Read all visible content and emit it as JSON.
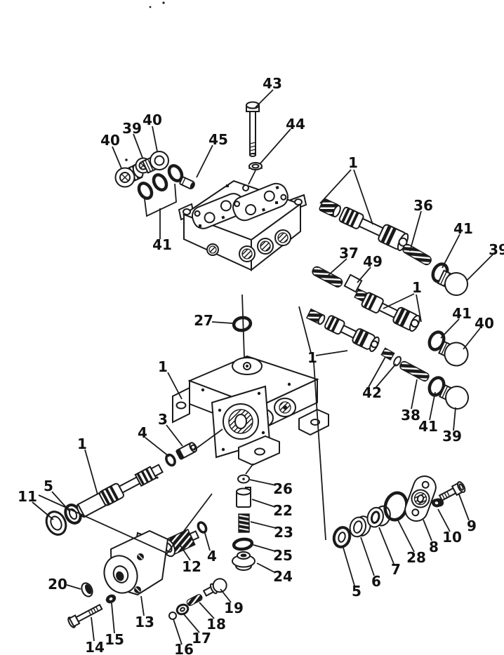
{
  "diagram": {
    "kind": "exploded-parts-diagram",
    "background_color": "#ffffff",
    "ink_color": "#1a1a1a",
    "callouts": [
      {
        "text": "43"
      },
      {
        "text": "44"
      },
      {
        "text": "40"
      },
      {
        "text": "39"
      },
      {
        "text": "40"
      },
      {
        "text": "45"
      },
      {
        "text": "1"
      },
      {
        "text": "36"
      },
      {
        "text": "41"
      },
      {
        "text": "39"
      },
      {
        "text": "41"
      },
      {
        "text": "37"
      },
      {
        "text": "49"
      },
      {
        "text": "1"
      },
      {
        "text": "41"
      },
      {
        "text": "40"
      },
      {
        "text": "27"
      },
      {
        "text": "1"
      },
      {
        "text": "1"
      },
      {
        "text": "42"
      },
      {
        "text": "38"
      },
      {
        "text": "41"
      },
      {
        "text": "39"
      },
      {
        "text": "3"
      },
      {
        "text": "4"
      },
      {
        "text": "1"
      },
      {
        "text": "5"
      },
      {
        "text": "11"
      },
      {
        "text": "26"
      },
      {
        "text": "22"
      },
      {
        "text": "23"
      },
      {
        "text": "25"
      },
      {
        "text": "24"
      },
      {
        "text": "9"
      },
      {
        "text": "10"
      },
      {
        "text": "8"
      },
      {
        "text": "28"
      },
      {
        "text": "7"
      },
      {
        "text": "6"
      },
      {
        "text": "5"
      },
      {
        "text": "4"
      },
      {
        "text": "12"
      },
      {
        "text": "20"
      },
      {
        "text": "19"
      },
      {
        "text": "18"
      },
      {
        "text": "13"
      },
      {
        "text": "17"
      },
      {
        "text": "15"
      },
      {
        "text": "14"
      },
      {
        "text": "16"
      }
    ]
  }
}
